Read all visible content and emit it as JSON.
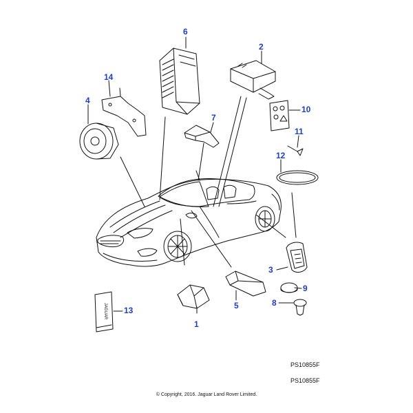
{
  "callouts": {
    "c1": "1",
    "c2": "2",
    "c3": "3",
    "c4": "4",
    "c5": "5",
    "c6": "6",
    "c7": "7",
    "c8": "8",
    "c9": "9",
    "c10": "10",
    "c11": "11",
    "c12": "12",
    "c13": "13",
    "c14": "14"
  },
  "references": {
    "ref_top": "PS10855F",
    "ref_bottom": "PS10855F"
  },
  "footer": {
    "copyright": "© Copyright, 2016. Jaguar Land Rover Limited."
  },
  "fob_brand": "JAGUAR",
  "colors": {
    "callout": "#1f3fbf",
    "line": "#111111"
  }
}
